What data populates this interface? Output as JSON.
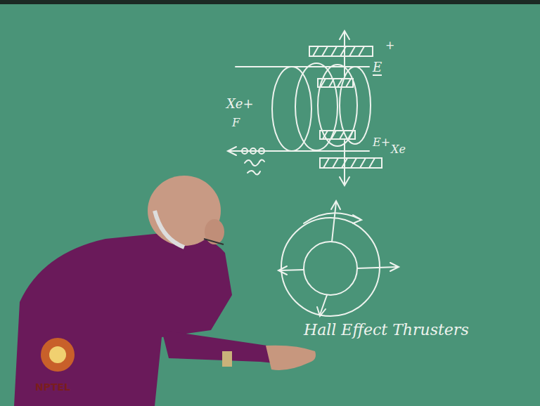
{
  "diagram": {
    "labels": [
      "+",
      "E",
      "Xe+",
      "F",
      "E+",
      "Xe",
      "Hall Effect Thrusters",
      "NPTEL"
    ]
  }
}
